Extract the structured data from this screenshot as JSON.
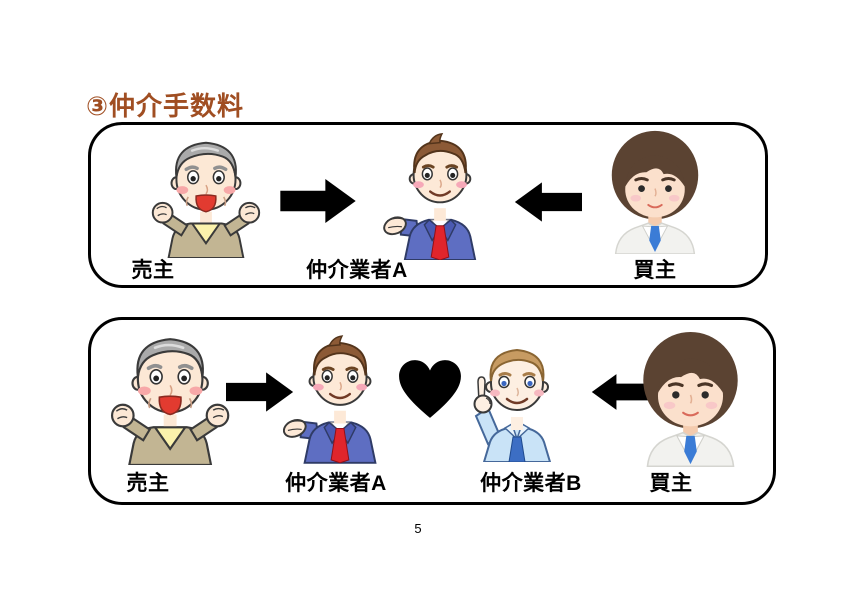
{
  "page": {
    "title": "③仲介手数料",
    "page_number": "5"
  },
  "theme": {
    "title_color": "#A04E22",
    "arrow_green": "#0AA652",
    "heart_red": "#DD2222",
    "border_black": "#000000"
  },
  "icons": {
    "arrow_right": "block-arrow-right",
    "arrow_left": "block-arrow-left",
    "heart": "heart"
  },
  "panels": [
    {
      "name": "single-broker",
      "actors": [
        {
          "role": "seller",
          "label": "売主"
        },
        {
          "role": "broker-a",
          "label": "仲介業者A"
        },
        {
          "role": "buyer",
          "label": "買主"
        }
      ]
    },
    {
      "name": "two-brokers",
      "actors": [
        {
          "role": "seller",
          "label": "売主"
        },
        {
          "role": "broker-a",
          "label": "仲介業者A"
        },
        {
          "role": "broker-b",
          "label": "仲介業者B"
        },
        {
          "role": "buyer",
          "label": "買主"
        }
      ]
    }
  ]
}
